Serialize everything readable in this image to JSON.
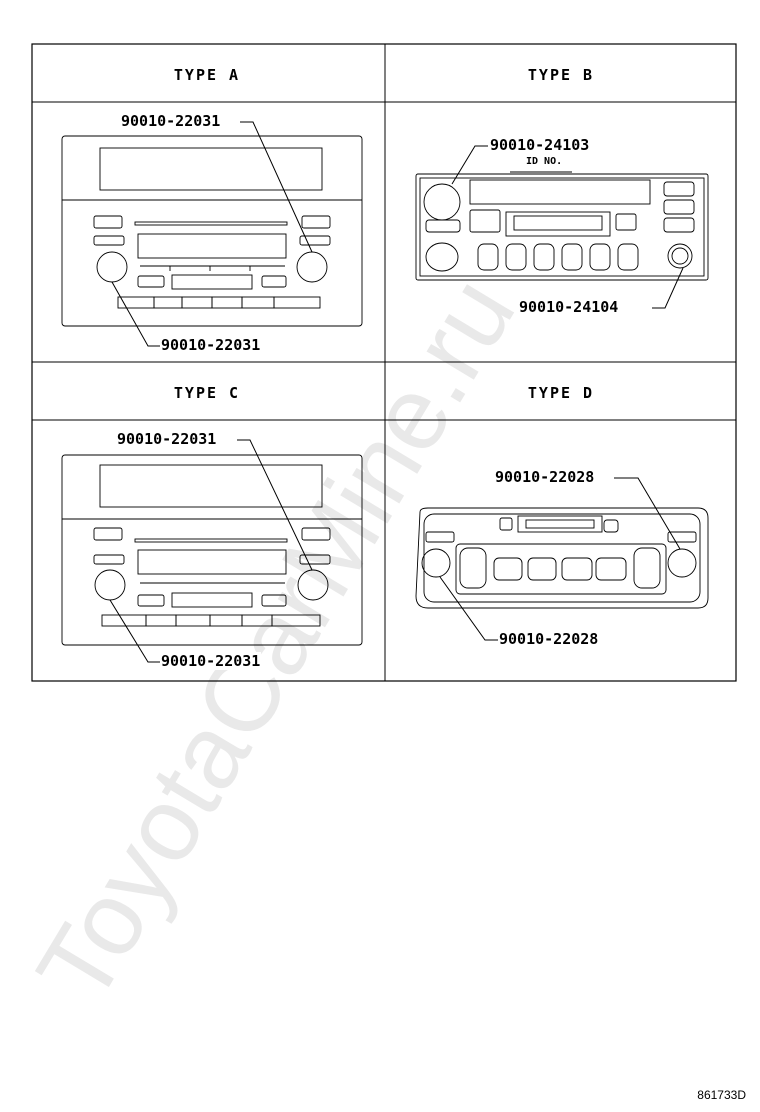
{
  "watermark": "ToyotaCarMine.ru",
  "panels": [
    {
      "title": "TYPE A",
      "parts": [
        "90010-22031",
        "90010-22031"
      ]
    },
    {
      "title": "TYPE B",
      "parts": [
        "90010-24103",
        "90010-24104"
      ],
      "note": "ID NO."
    },
    {
      "title": "TYPE C",
      "parts": [
        "90010-22031",
        "90010-22031"
      ]
    },
    {
      "title": "TYPE D",
      "parts": [
        "90010-22028",
        "90010-22028"
      ]
    }
  ],
  "figure_code": "861733D"
}
